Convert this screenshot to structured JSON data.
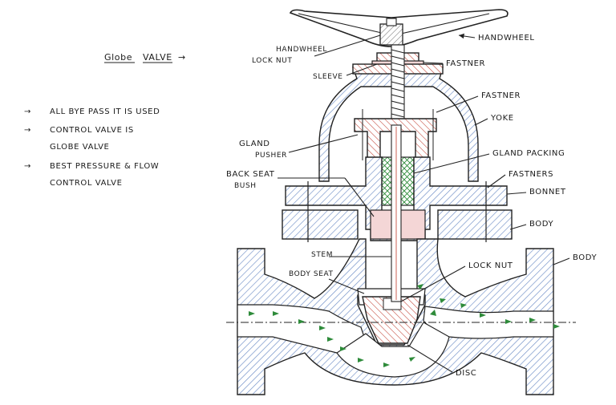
{
  "title": {
    "prefix": "Globe",
    "word": "VALVE",
    "arrow": "→"
  },
  "notes": [
    {
      "bullet": "→",
      "line1": "ALL BYE PASS IT IS USED",
      "line2": ""
    },
    {
      "bullet": "→",
      "line1": "CONTROL VALVE IS",
      "line2": "GLOBE VALVE"
    },
    {
      "bullet": "→",
      "line1": "BEST PRESSURE & FLOW",
      "line2": "CONTROL VALVE"
    }
  ],
  "labels": {
    "handwheel_top": "HANDWHEEL",
    "handwheel_left": "HANDWHEEL",
    "lock_nut_top": "LOCK NUT",
    "fastner_top": "FASTNER",
    "sleeve": "SLEEVE",
    "fastner_mid": "FASTNER",
    "yoke": "YOKE",
    "gland_pusher_1": "GLAND",
    "gland_pusher_2": "PUSHER",
    "gland_packing": "GLAND PACKING",
    "back_seat_1": "BACK SEAT",
    "back_seat_2": "BUSH",
    "fastners": "FASTNERS",
    "bonnet": "BONNET",
    "body_mid": "BODY",
    "body_right": "BODY",
    "stem": "STEM",
    "lock_nut_disc": "LOCK NUT",
    "body_seat": "BODY SEAT",
    "disc": "DISC"
  },
  "colors": {
    "body_hatch": "#6f8fc7",
    "red_hatch": "#c0392b",
    "packing": "#2e8b3a",
    "flow": "#2e8b3a"
  }
}
